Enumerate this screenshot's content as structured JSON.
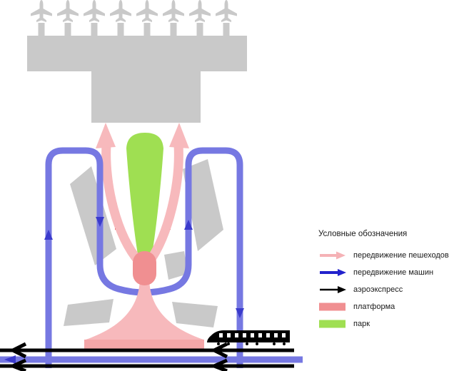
{
  "legend": {
    "title": "Условные обозначения",
    "items": [
      {
        "id": "pedestrians",
        "label": "передвижение пешеходов",
        "type": "arrow",
        "color": "#f5b2b6"
      },
      {
        "id": "cars",
        "label": "передвижение машин",
        "type": "arrow",
        "color": "#2222cc"
      },
      {
        "id": "aeroexpress",
        "label": "аэроэкспресс",
        "type": "arrow",
        "color": "#000000"
      },
      {
        "id": "platform",
        "label": "платформа",
        "type": "swatch",
        "color": "#f08f91"
      },
      {
        "id": "park",
        "label": "парк",
        "type": "swatch",
        "color": "#9fdf52"
      }
    ]
  },
  "colors": {
    "terminal_gray": "#c9c9c9",
    "park_green": "#9fdf52",
    "pedestrian_pink": "#f7b9bc",
    "platform_salmon": "#f08f91",
    "platform_bar": "#f4a6a8",
    "road_blue": "#7678e2",
    "road_arrow_blue": "#3b3bcc",
    "marker_red": "#e00000",
    "rail_black": "#000000"
  }
}
